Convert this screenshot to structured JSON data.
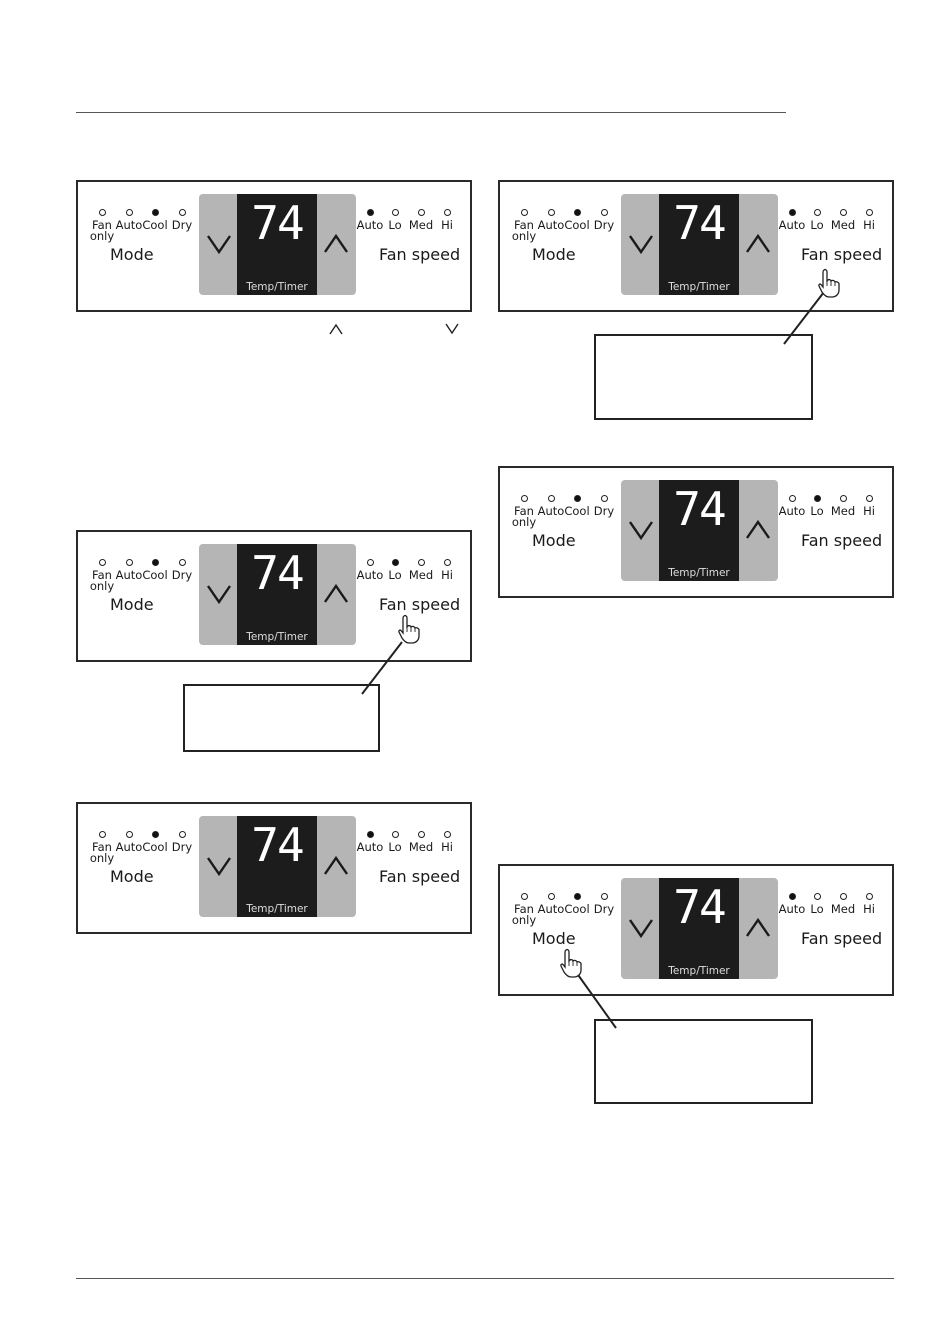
{
  "panel": {
    "mode_labels": [
      "Fan\nonly",
      "Auto",
      "Cool",
      "Dry"
    ],
    "mode_title": "Mode",
    "temperature": "74",
    "display_caption": "Temp/Timer",
    "fan_labels": [
      "Auto",
      "Lo",
      "Med",
      "Hi"
    ],
    "fan_title": "Fan speed"
  },
  "panels": [
    {
      "id": "p1",
      "mode_active": "Cool",
      "fan_active": "Auto"
    },
    {
      "id": "p2",
      "mode_active": "Cool",
      "fan_active": "Auto"
    },
    {
      "id": "p3",
      "mode_active": "Cool",
      "fan_active": "Lo"
    },
    {
      "id": "p4",
      "mode_active": "Cool",
      "fan_active": "Lo"
    },
    {
      "id": "p5",
      "mode_active": "Cool",
      "fan_active": "Auto"
    },
    {
      "id": "p6",
      "mode_active": "Cool",
      "fan_active": "Auto"
    }
  ],
  "icons": [
    "up-arrow-icon",
    "down-arrow-icon",
    "pointing-hand-icon"
  ],
  "colors": {
    "display_bg": "#1c1c1c",
    "display_surround": "#b5b5b5",
    "border": "#2a2a2a"
  }
}
